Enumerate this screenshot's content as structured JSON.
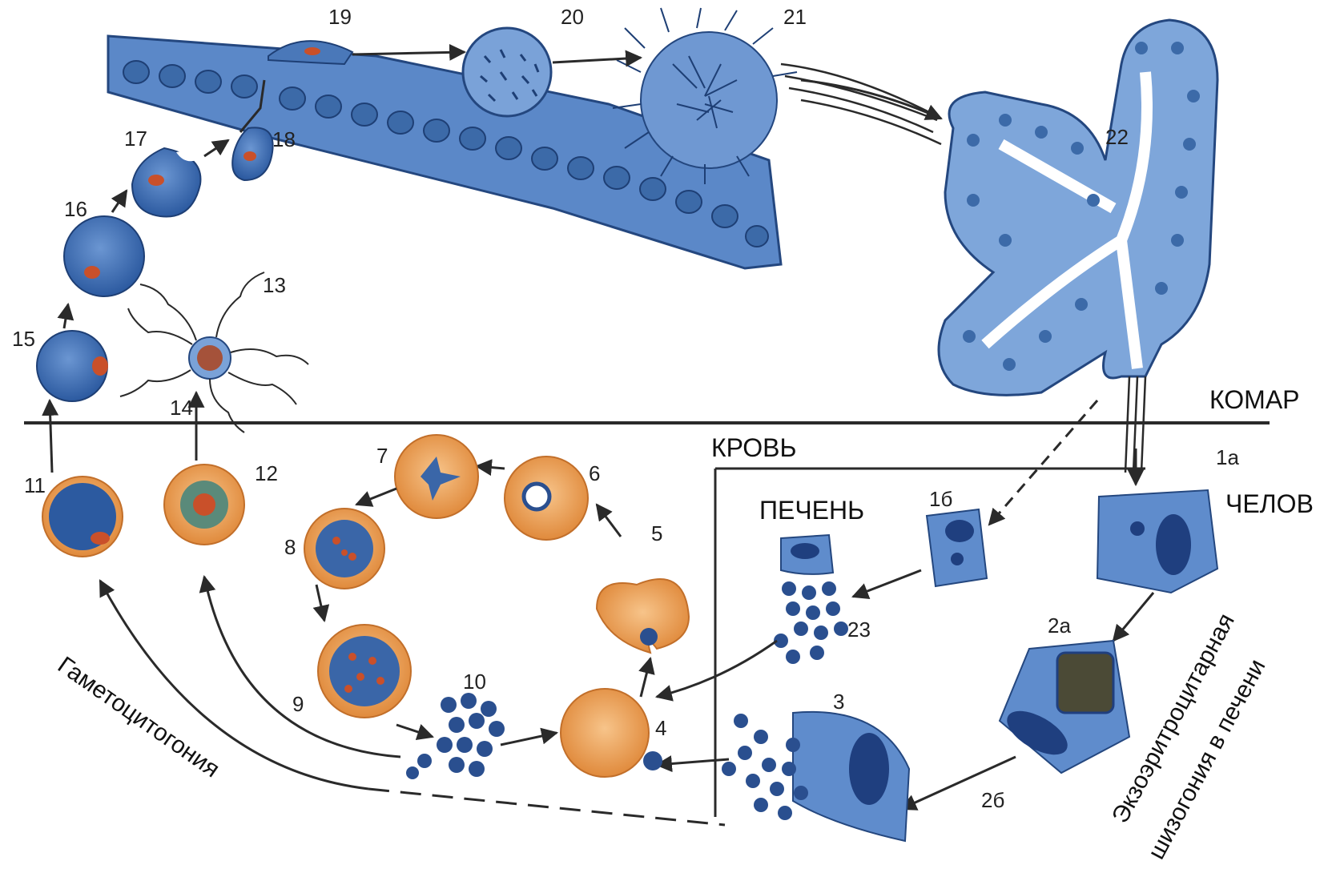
{
  "regions": {
    "mosquito": "КОМАР",
    "blood": "КРОВЬ",
    "liver": "ПЕЧЕНЬ",
    "human": "ЧЕЛОВ"
  },
  "captions": {
    "gametocytogony": "Гаметоцитогония",
    "exo_line1": "Экзоэритроцитарная",
    "exo_line2": "шизогония в печени"
  },
  "stages": {
    "s1a": "1а",
    "s1b": "1б",
    "s2a": "2а",
    "s2b": "2б",
    "s3": "3",
    "s4": "4",
    "s5": "5",
    "s6": "6",
    "s7": "7",
    "s8": "8",
    "s9": "9",
    "s10": "10",
    "s11": "11",
    "s12": "12",
    "s13": "13",
    "s14": "14",
    "s15": "15",
    "s16": "16",
    "s17": "17",
    "s18": "18",
    "s19": "19",
    "s20": "20",
    "s21": "21",
    "s22": "22",
    "s23": "23"
  },
  "colors": {
    "mosquito_blue": "#4f7fbf",
    "dark_blue": "#1f3f7f",
    "erythrocyte_orange": "#e8974a",
    "nucleus_red": "#c9502a",
    "line": "#2a2a2a"
  }
}
